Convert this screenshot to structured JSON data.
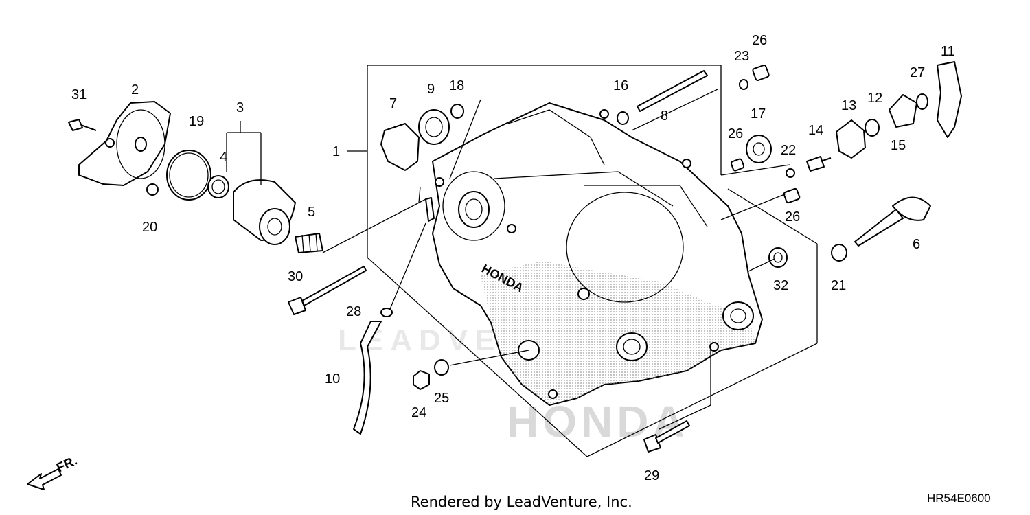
{
  "diagram": {
    "watermark_brand": "HONDA",
    "watermark_dealer": "LEADVENTURE",
    "emblem_text": "HONDA",
    "direction_label": "FR.",
    "footer": "Rendered by LeadVenture, Inc.",
    "diagram_code": "HR54E0600",
    "callouts": [
      "1",
      "2",
      "3",
      "4",
      "5",
      "6",
      "7",
      "8",
      "9",
      "10",
      "11",
      "12",
      "13",
      "14",
      "15",
      "16",
      "17",
      "18",
      "19",
      "20",
      "21",
      "22",
      "23",
      "24",
      "25",
      "26",
      "26",
      "26",
      "27",
      "28",
      "29",
      "30",
      "31",
      "32"
    ]
  }
}
